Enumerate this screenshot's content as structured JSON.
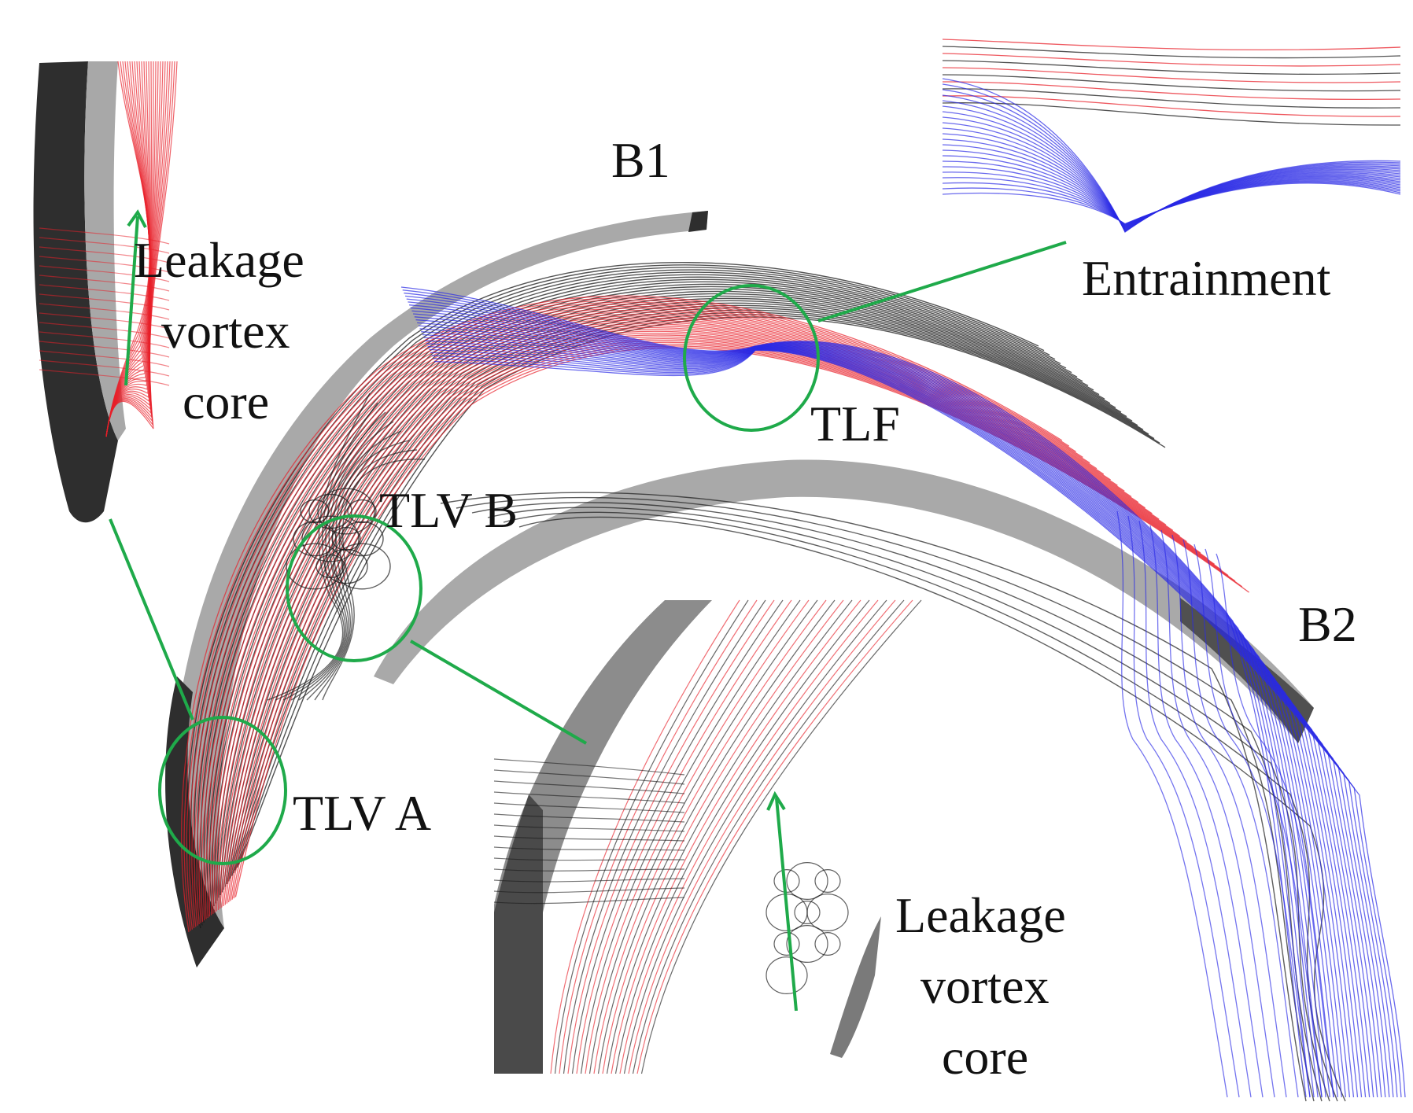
{
  "labels": {
    "b1": "B1",
    "b2": "B2",
    "tlf": "TLF",
    "tlv_a": "TLV A",
    "tlv_b": "TLV B",
    "entrainment": "Entrainment",
    "left_inset": [
      "Leakage",
      "vortex",
      "core"
    ],
    "bottom_inset": [
      "Leakage",
      "vortex",
      "core"
    ]
  },
  "colors": {
    "leakage_red": "#e8202a",
    "main_blue": "#2a2ae6",
    "streamline_black": "#1a1a1a",
    "blade_gray": "#9a9a9a",
    "blade_dark": "#2e2e2e",
    "marker_green": "#1faa4a",
    "background": "#ffffff"
  },
  "markers": [
    "tlf-circle",
    "tlv-a-circle",
    "tlv-b-circle"
  ],
  "callouts": [
    "entrainment-leader",
    "tlv-a-leader",
    "tlv-b-leader",
    "left-inset-arrow",
    "bottom-inset-arrow"
  ]
}
